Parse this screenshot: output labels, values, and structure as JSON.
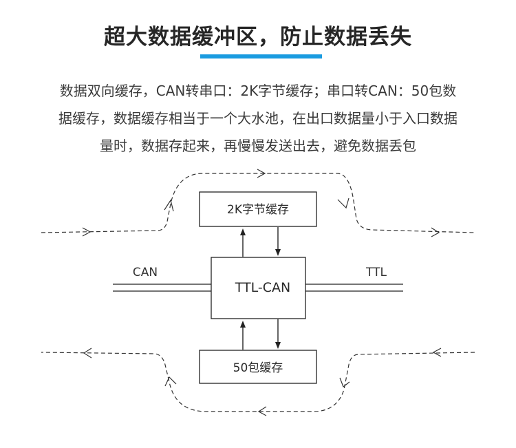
{
  "header": {
    "title": "超大数据缓冲区，防止数据丢失",
    "accent_color": "#1a9be0"
  },
  "description": {
    "lines": [
      "数据双向缓存，CAN转串口：2K字节缓存；串口转CAN：50包数",
      "据缓存，数据缓存相当于一个大水池，在出口数据量小于入口数据",
      "量时，数据存起来，再慢慢发送出去，避免数据丢包"
    ]
  },
  "diagram": {
    "top_buffer_label": "2K字节缓存",
    "center_label": "TTL-CAN",
    "bottom_buffer_label": "50包缓存",
    "left_bus_label": "CAN",
    "right_bus_label": "TTL",
    "top_flow_direction": "left-to-right",
    "bottom_flow_direction": "right-to-left",
    "line_color": "#333333",
    "arrow_color": "#555555"
  }
}
